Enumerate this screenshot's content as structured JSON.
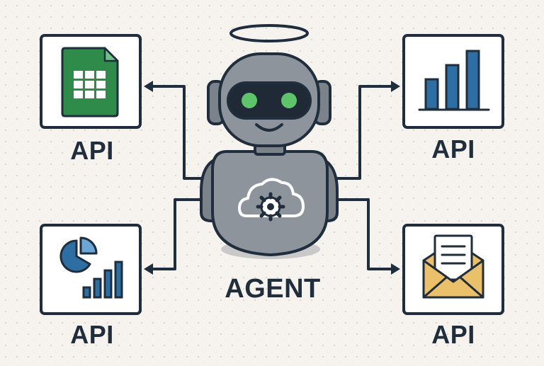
{
  "diagram": {
    "agent": {
      "label": "AGENT"
    },
    "api_nodes": [
      {
        "label": "API",
        "icon": "spreadsheet-icon"
      },
      {
        "label": "API",
        "icon": "bar-chart-icon"
      },
      {
        "label": "API",
        "icon": "analytics-chart-icon"
      },
      {
        "label": "API",
        "icon": "email-icon"
      }
    ],
    "colors": {
      "outline": "#1f2d3d",
      "robot_body": "#8e949b",
      "robot_visor": "#1f2a36",
      "robot_eyes": "#5ec46a",
      "spreadsheet_green": "#2e8b4a",
      "chart_blue": "#2e6fa3",
      "envelope_yellow": "#eac06a"
    }
  }
}
